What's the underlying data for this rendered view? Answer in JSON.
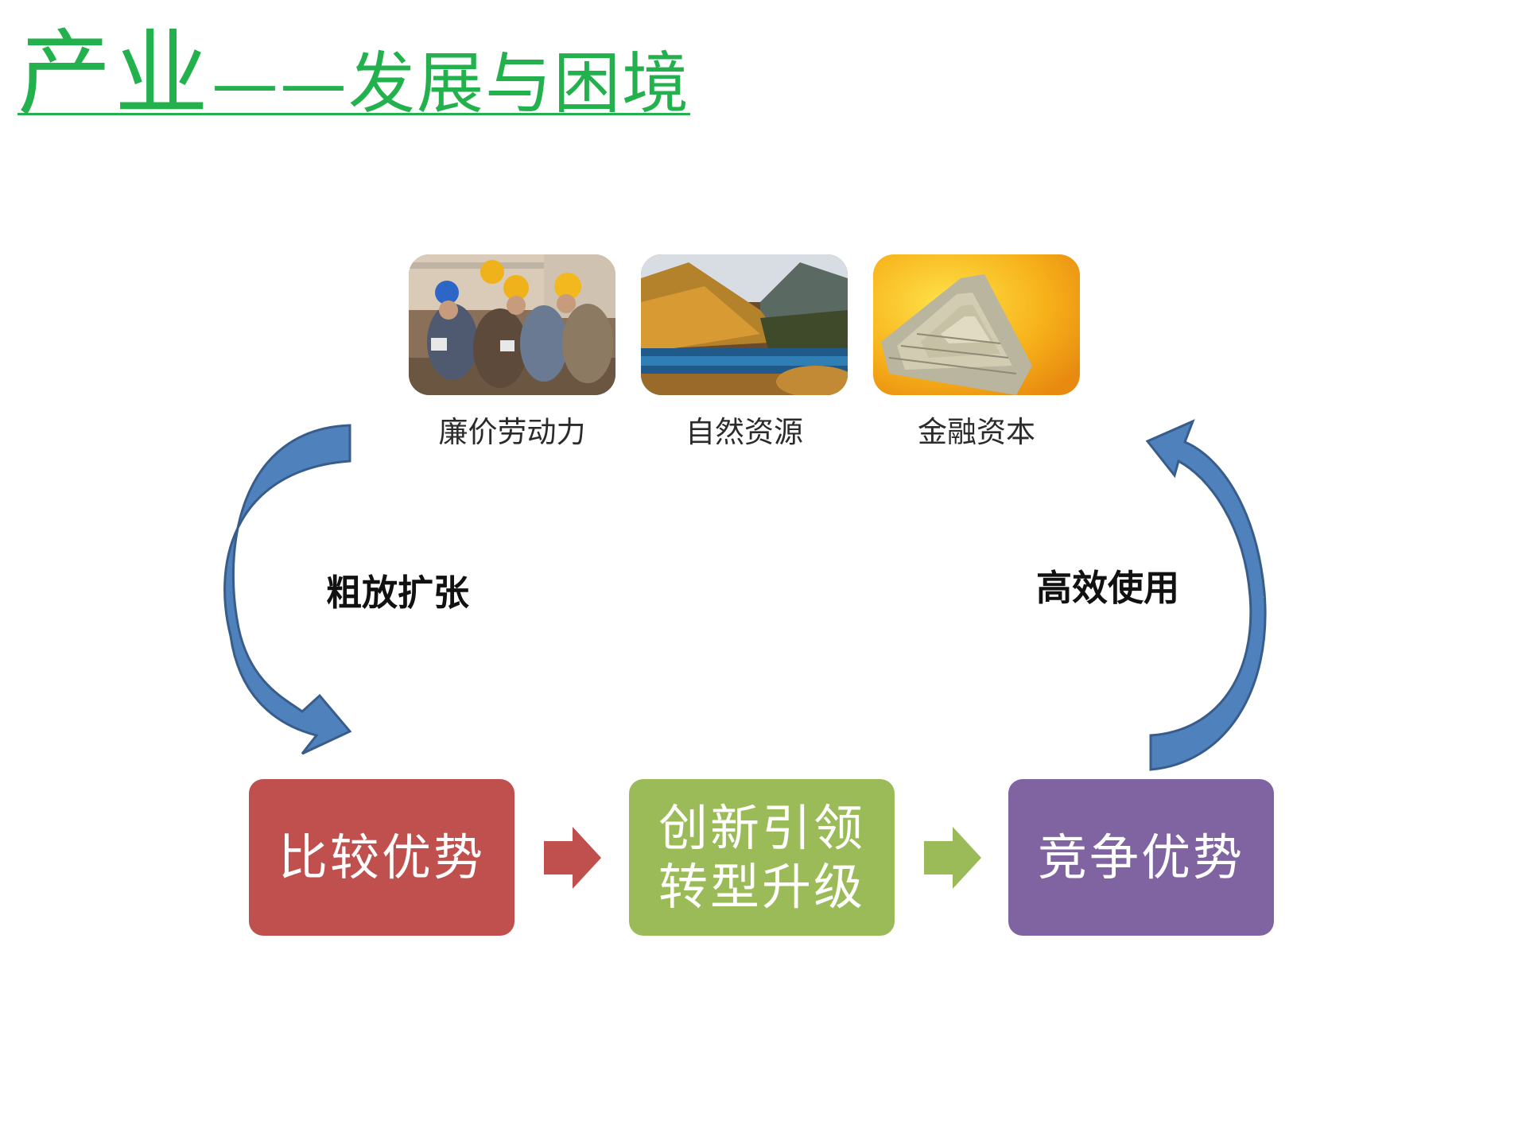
{
  "title": {
    "main": "产业",
    "dash": "——",
    "sub": "发展与困境"
  },
  "resources": [
    {
      "label": "廉价劳动力",
      "image": "construction-workers-photo"
    },
    {
      "label": "自然资源",
      "image": "mountain-lake-landscape-photo"
    },
    {
      "label": "金融资本",
      "image": "money-stack-pyramid-photo"
    }
  ],
  "cycle": {
    "left_label": "粗放扩张",
    "right_label": "高效使用"
  },
  "stages": [
    {
      "lines": [
        "比较优势"
      ],
      "color": "#c0504d"
    },
    {
      "lines": [
        "创新引领",
        "转型升级"
      ],
      "color": "#9bbb59"
    },
    {
      "lines": [
        "竞争优势"
      ],
      "color": "#8064a2"
    }
  ],
  "colors": {
    "title": "#22b14c",
    "curved_arrow": "#4f81bd",
    "curved_arrow_outline": "#385d8a",
    "arrow_red": "#c0504d",
    "arrow_green": "#9bbb59"
  }
}
